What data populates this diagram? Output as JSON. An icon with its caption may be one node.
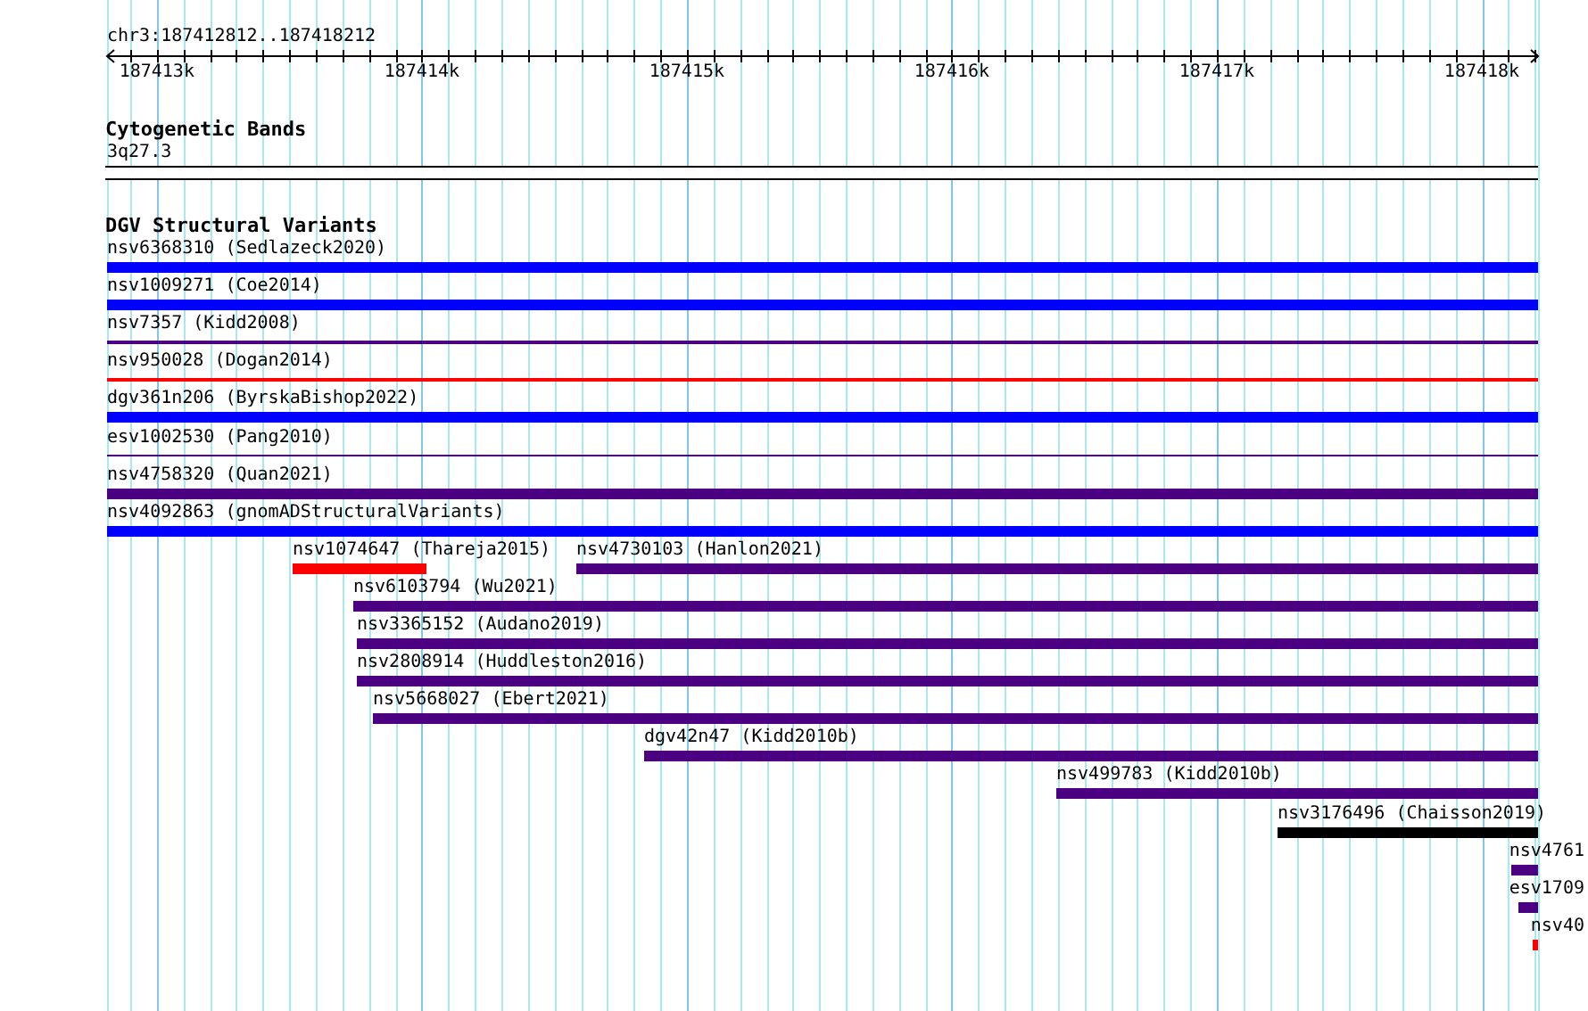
{
  "diagram": {
    "nodes": [
      {
        "text": [
          "nsv6368310 (Sedlazeck2020)"
        ]
      },
      {
        "text": [
          "nsv1009271 (Coe2014)"
        ]
      },
      {
        "text": [
          "nsv7357 (Kidd2008)"
        ]
      },
      {
        "text": [
          "nsv950028 (Dogan2014)"
        ]
      },
      {
        "text": [
          "dgv361n206 (ByrskaBishop2022)"
        ]
      },
      {
        "text": [
          "esv1002530 (Pang2010)"
        ]
      },
      {
        "text": [
          "nsv4758320 (Quan2021)"
        ]
      },
      {
        "text": [
          "nsv4092863 (gnomADStructuralVariants)"
        ]
      },
      {
        "text": [
          "nsv1074647 (Thareja2015)"
        ]
      },
      {
        "text": [
          "nsv4730103 (Hanlon2021)"
        ]
      },
      {
        "text": [
          "nsv6103794 (Wu2021)"
        ]
      },
      {
        "text": [
          "nsv3365152 (Audano2019)"
        ]
      },
      {
        "text": [
          "nsv2808914 (Huddleston2016)"
        ]
      },
      {
        "text": [
          "nsv5668027 (Ebert2021)"
        ]
      },
      {
        "text": [
          "dgv42n47 (Kidd2010b)"
        ]
      },
      {
        "text": [
          "nsv499783 (Kidd2010b)"
        ]
      },
      {
        "text": [
          "nsv3176496 (Chaisson2019)"
        ]
      },
      {
        "text": [
          "nsv4761"
        ]
      },
      {
        "text": [
          "esv1709"
        ]
      },
      {
        "text": [
          "nsv40"
        ]
      }
    ],
    "labels": [
      "chr3:187412812..187418212",
      "187413k",
      "187414k",
      "187415k",
      "187416k",
      "187417k",
      "187418k",
      "Cytogenetic Bands",
      "3q27.3",
      "DGV Structural Variants"
    ]
  }
}
